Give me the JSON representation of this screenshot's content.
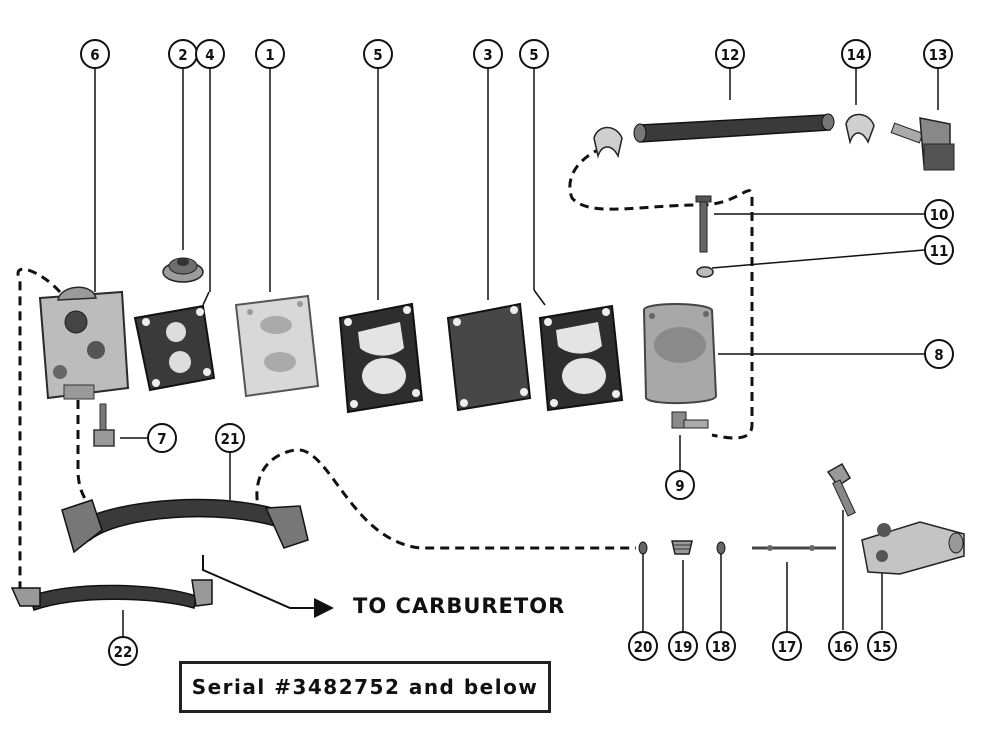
{
  "callouts": [
    "6",
    "2",
    "4",
    "1",
    "5",
    "3",
    "5",
    "12",
    "14",
    "13",
    "10",
    "11",
    "8",
    "7",
    "21",
    "9",
    "16",
    "15",
    "20",
    "19",
    "18",
    "17",
    "22"
  ],
  "arrow_label": "TO CARBURETOR",
  "serial_note": "Serial #3482752 and below",
  "colors": {
    "ink": "#111111",
    "part_dark": "#3a3a3a",
    "part_mid": "#8c8c8c",
    "part_light": "#d6d6d6",
    "paper": "#ffffff"
  }
}
